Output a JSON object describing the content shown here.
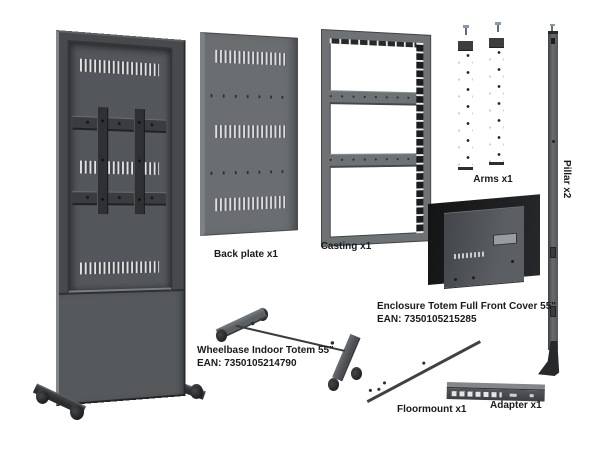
{
  "diagram": {
    "background": "#ffffff",
    "text_color": "#1a1a1a"
  },
  "parts": {
    "back_plate": {
      "label": "Back plate x1"
    },
    "casting": {
      "label": "Casting x1"
    },
    "arms": {
      "label": "Arms x1"
    },
    "pillar": {
      "label": "Pillar x2"
    },
    "enclosure": {
      "label": "Enclosure Totem Full Front Cover 55\"",
      "ean": "EAN: 7350105215285"
    },
    "wheelbase": {
      "label": "Wheelbase Indoor Totem 55\"",
      "ean": "EAN: 7350105214790"
    },
    "floormount": {
      "label": "Floormount x1"
    },
    "adapter": {
      "label": "Adapter x1"
    }
  },
  "colors": {
    "metal_light": "#7d8083",
    "metal_mid": "#5d6063",
    "metal_dark": "#2e3033",
    "enclosure_dark": "#1a1c1e"
  }
}
